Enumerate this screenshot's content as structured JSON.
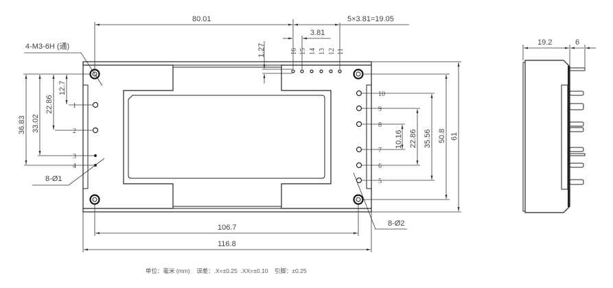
{
  "dimensions": {
    "top_80": "80.01",
    "top_pitch_total": "5×3.81=19.05",
    "top_pitch": "3.81",
    "top_offset": "1.27",
    "bottom_106": "106.7",
    "bottom_116": "116.8",
    "left_36": "36.83",
    "left_33": "33.02",
    "left_22": "22.86",
    "left_12": "12.7",
    "right_10": "10.16",
    "right_22": "22.86",
    "right_35": "35.56",
    "right_50": "50.8",
    "right_61": "61",
    "side_depth": "19.2",
    "side_pin": "6"
  },
  "callouts": {
    "mount_holes": "4-M3-6H (通)",
    "small_pins": "8-Ø1",
    "large_pins": "8-Ø2"
  },
  "pins": {
    "left": [
      "1",
      "2",
      "3",
      "4"
    ],
    "right": [
      "10",
      "9",
      "8",
      "7",
      "6",
      "5"
    ],
    "top": [
      "16",
      "15",
      "14",
      "13",
      "12",
      "11"
    ]
  },
  "footer": {
    "note": "单位：毫米 (mm)    误差：.X=±0.25  .XX=±0.10    引脚：±0.25"
  }
}
